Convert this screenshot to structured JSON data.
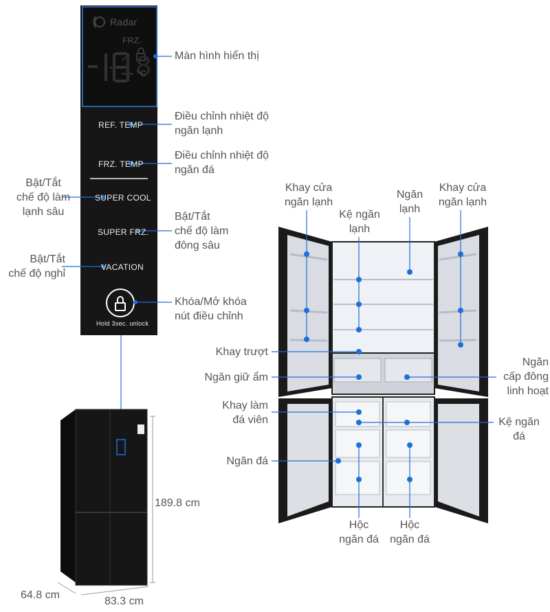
{
  "panel": {
    "display_brand": "Radar",
    "display_mode": "FRZ.",
    "display_temp": "-18",
    "display_unit": "°C",
    "buttons": {
      "ref_temp": "REF.  TEMP",
      "frz_temp": "FRZ.  TEMP",
      "super_cool": "SUPER  COOL",
      "super_frz": "SUPER  FRZ.",
      "vacation": "VACATION"
    },
    "lock_hint": "Hold 3sec. unlock"
  },
  "callouts": {
    "display": "Màn hình hiển thị",
    "ref_temp": [
      "Điều chỉnh nhiệt độ",
      "ngăn lạnh"
    ],
    "frz_temp": [
      "Điều chỉnh nhiệt độ",
      "ngăn đá"
    ],
    "super_cool": [
      "Bật/Tắt",
      "chế độ làm",
      "lạnh sâu"
    ],
    "super_frz": [
      "Bật/Tắt",
      "chế độ làm",
      "đông sâu"
    ],
    "vacation": [
      "Bật/Tắt",
      "chế độ nghỉ"
    ],
    "lock": [
      "Khóa/Mở khóa",
      "nút điều chỉnh"
    ]
  },
  "fridge_callouts": {
    "door_tray_left": [
      "Khay cửa",
      "ngăn lạnh"
    ],
    "fridge_shelf": [
      "Kệ ngăn",
      "lạnh"
    ],
    "fridge_compartment": [
      "Ngăn",
      "lạnh"
    ],
    "door_tray_right": [
      "Khay cửa",
      "ngăn lạnh"
    ],
    "sliding_tray": "Khay trượt",
    "humidity_drawer": "Ngăn giữ ẩm",
    "flexible_freezer": [
      "Ngăn",
      "cấp đông",
      "linh hoạt"
    ],
    "ice_tray": [
      "Khay làm",
      "đá viên"
    ],
    "freezer_shelf": [
      "Kệ ngăn",
      "đá"
    ],
    "freezer_compartment": "Ngăn đá",
    "freezer_drawer_left": [
      "Hộc",
      "ngăn đá"
    ],
    "freezer_drawer_right": [
      "Hộc",
      "ngăn đá"
    ]
  },
  "dimensions": {
    "height": "189.8 cm",
    "depth": "64.8 cm",
    "width": "83.3 cm"
  },
  "colors": {
    "accent": "#1e6fd9",
    "panel_bg": "#1a1a1a",
    "text": "#555555"
  },
  "icons": [
    "radar-icon",
    "lock-icon",
    "padlock-icon"
  ]
}
